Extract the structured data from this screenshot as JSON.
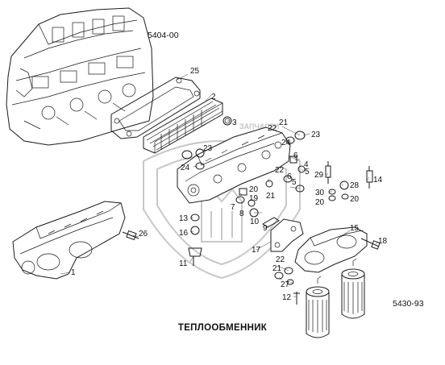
{
  "diagram": {
    "title": "ТЕПЛООБМЕННИК",
    "ref_codes": [
      "5404-00",
      "5430-93"
    ],
    "watermark_text": "ЗАПЧАСТИ",
    "part_labels": [
      "1",
      "2",
      "3",
      "4",
      "5",
      "6",
      "7",
      "8",
      "9",
      "10",
      "11",
      "12",
      "13",
      "14",
      "15",
      "16",
      "17",
      "18",
      "19",
      "20",
      "21",
      "22",
      "23",
      "24",
      "25",
      "26",
      "27",
      "28",
      "29",
      "30"
    ],
    "callouts": [
      {
        "text": "25"
      },
      {
        "text": "2"
      },
      {
        "text": "3"
      },
      {
        "text": "21"
      },
      {
        "text": "22"
      },
      {
        "text": "23"
      },
      {
        "text": "24"
      },
      {
        "text": "6"
      },
      {
        "text": "4"
      },
      {
        "text": "5"
      },
      {
        "text": "23"
      },
      {
        "text": "24"
      },
      {
        "text": "22"
      },
      {
        "text": "6"
      },
      {
        "text": "5"
      },
      {
        "text": "21"
      },
      {
        "text": "20"
      },
      {
        "text": "19"
      },
      {
        "text": "7"
      },
      {
        "text": "8"
      },
      {
        "text": "10"
      },
      {
        "text": "9"
      },
      {
        "text": "13"
      },
      {
        "text": "16"
      },
      {
        "text": "11"
      },
      {
        "text": "26"
      },
      {
        "text": "1"
      },
      {
        "text": "29"
      },
      {
        "text": "30"
      },
      {
        "text": "20"
      },
      {
        "text": "28"
      },
      {
        "text": "20"
      },
      {
        "text": "14"
      },
      {
        "text": "15"
      },
      {
        "text": "18"
      },
      {
        "text": "17"
      },
      {
        "text": "22"
      },
      {
        "text": "21"
      },
      {
        "text": "27"
      },
      {
        "text": "12"
      }
    ]
  },
  "colors": {
    "line": "#1a1a1a",
    "watermark": "#c8c8c8",
    "background": "#ffffff"
  }
}
